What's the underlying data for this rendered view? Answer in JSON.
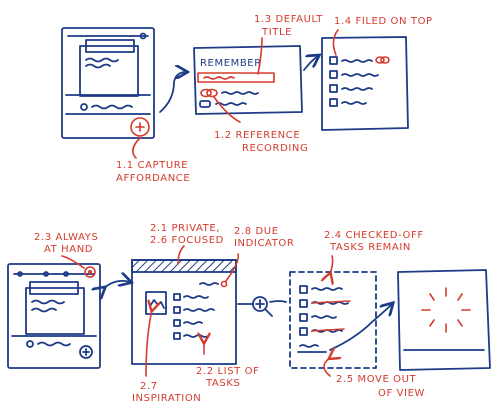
{
  "sketch": {
    "remember_title": "REMEMBER",
    "annotations": {
      "a11": [
        "1.1 CAPTURE",
        "AFFORDANCE"
      ],
      "a12": [
        "1.2 REFERENCE",
        "RECORDING"
      ],
      "a13": [
        "1.3 DEFAULT",
        "TITLE"
      ],
      "a14": [
        "1.4 FILED ON TOP"
      ],
      "a21": [
        "2.1 PRIVATE,",
        "2.6 FOCUSED"
      ],
      "a22": [
        "2.2 LIST OF",
        "TASKS"
      ],
      "a23": [
        "2.3 ALWAYS",
        "AT HAND"
      ],
      "a24": [
        "2.4 CHECKED-OFF",
        "TASKS REMAIN"
      ],
      "a25": [
        "2.5 MOVE OUT",
        "OF VIEW"
      ],
      "a27": [
        "2.7",
        "INSPIRATION"
      ],
      "a28": [
        "2.8 DUE",
        "INDICATOR"
      ]
    }
  },
  "colors": {
    "ink_blue": "#1d3b86",
    "ink_red": "#d53b2d",
    "background": "#ffffff"
  }
}
